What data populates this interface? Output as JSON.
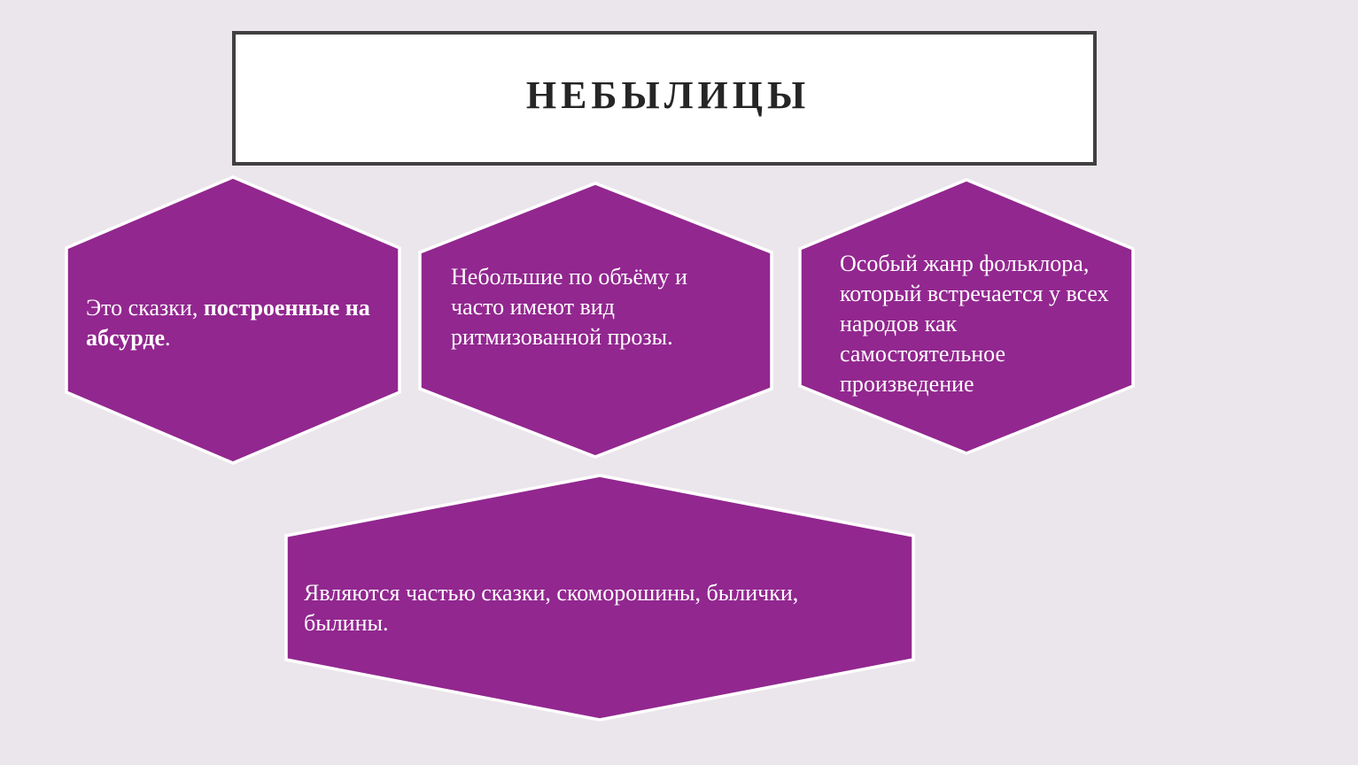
{
  "title": "НЕБЫЛИЦЫ",
  "colors": {
    "background": "#ebe6ec",
    "shape_fill": "#92278f",
    "shape_outline": "#ffffff",
    "title_border": "#404040",
    "title_text": "#262626"
  },
  "hexagons": [
    {
      "text_before": " Это сказки, ",
      "text_bold": "построенные на абсурде",
      "text_after": "."
    },
    {
      "text": "Небольшие по объёму и часто имеют вид ритмизованной прозы."
    },
    {
      "text": "Особый жанр фольклора, который встречается у всех народов как самостоятельное произведение"
    },
    {
      "text": "Являются частью сказки, скоморошины, былички, былины."
    }
  ]
}
